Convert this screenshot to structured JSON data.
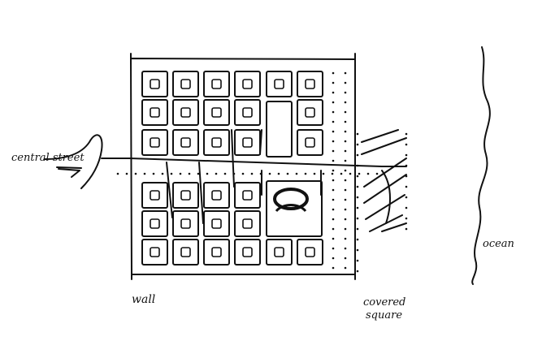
{
  "labels": {
    "central_street": "central street",
    "wall": "wall",
    "covered_square": [
      "covered",
      "square"
    ],
    "ocean": "ocean"
  },
  "colors": {
    "ink": "#111111",
    "paper": "#ffffff"
  }
}
